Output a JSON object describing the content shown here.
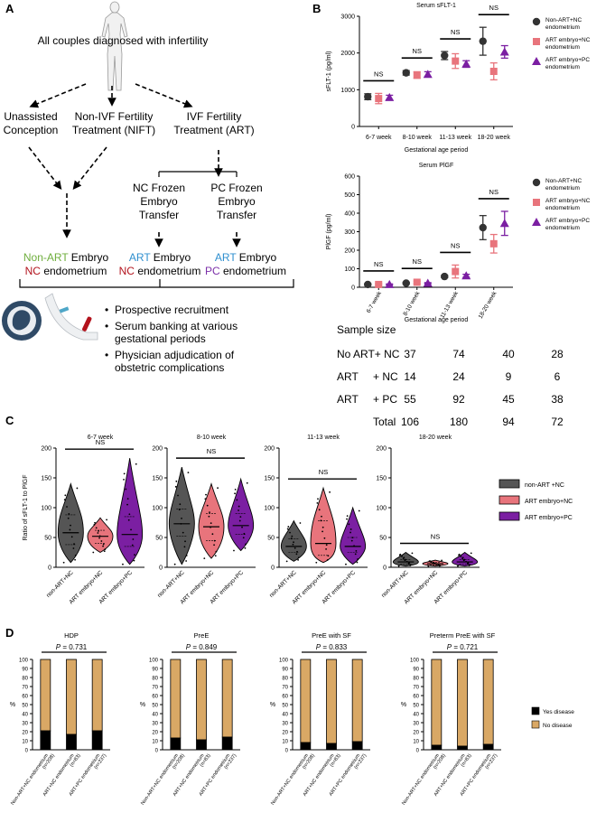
{
  "panels": {
    "A": "A",
    "B": "B",
    "C": "C",
    "D": "D"
  },
  "colors": {
    "nonart": "#333333",
    "art_nc": "#e8747c",
    "art_pc": "#7b1fa2",
    "green": "#6fae3d",
    "red": "#b3131d",
    "blue": "#2f8fcf",
    "purple": "#7b2fa8",
    "yes": "#000000",
    "no": "#d9a865"
  },
  "icons": [
    "person-silhouette-icon",
    "fetus-icon",
    "arm-blood-draw-icon"
  ],
  "panelA": {
    "top_text": "All couples diagnosed with infertility",
    "unassisted": [
      "Unassisted",
      "Conception"
    ],
    "nift": [
      "Non-IVF Fertility",
      "Treatment (NIFT)"
    ],
    "ivf": [
      "IVF Fertility",
      "Treatment (ART)"
    ],
    "nc_transfer": [
      "NC Frozen",
      "Embryo",
      "Transfer"
    ],
    "pc_transfer": [
      "PC Frozen",
      "Embryo",
      "Transfer"
    ],
    "group1": {
      "a": "Non-ART",
      "b": " Embryo",
      "c": "NC",
      "d": " endometrium"
    },
    "group2": {
      "a": "ART",
      "b": " Embryo",
      "c": "NC",
      "d": " endometrium"
    },
    "group3": {
      "a": "ART",
      "b": " Embryo",
      "c": "PC",
      "d": " endometrium"
    },
    "bullets": [
      [
        "Prospective recruitment"
      ],
      [
        "Serum banking at various",
        "gestational periods"
      ],
      [
        "Physician adjudication of",
        "obstetric complications"
      ]
    ]
  },
  "legendB": [
    [
      "Non-ART+NC",
      "endometrium"
    ],
    [
      "ART embryo+NC",
      "endometrium"
    ],
    [
      "ART embryo+PC",
      "endometrium"
    ]
  ],
  "chart_data": [
    {
      "type": "scatter",
      "title": "Serum sFLT-1",
      "xlabel": "Gestational age period",
      "ylabel": "sFLT-1 (pg/ml)",
      "ylim": [
        0,
        3000
      ],
      "yticks": [
        "0",
        "1000",
        "2000",
        "3000"
      ],
      "categories": [
        "6-7 week",
        "8-10 week",
        "11-13 week",
        "18-20 week"
      ],
      "series": [
        {
          "name": "Non-ART+NC endometrium",
          "values": [
            810,
            1460,
            1930,
            2320
          ],
          "err": [
            80,
            60,
            110,
            380
          ]
        },
        {
          "name": "ART embryo+NC endometrium",
          "values": [
            760,
            1400,
            1780,
            1500
          ],
          "err": [
            140,
            90,
            200,
            230
          ]
        },
        {
          "name": "ART embryo+PC endometrium",
          "values": [
            790,
            1420,
            1700,
            2030
          ],
          "err": [
            60,
            70,
            90,
            170
          ]
        }
      ],
      "annotations": [
        "NS",
        "NS",
        "NS",
        "NS"
      ]
    },
    {
      "type": "scatter",
      "title": "Serum PlGF",
      "xlabel": "Gestational age period",
      "ylabel": "PlGF (pg/ml)",
      "ylim": [
        0,
        600
      ],
      "yticks": [
        "0",
        "100",
        "200",
        "300",
        "400",
        "500",
        "600"
      ],
      "categories": [
        "6-7 week",
        "8-10 week",
        "11-13 week",
        "18-20 week"
      ],
      "series": [
        {
          "name": "Non-ART+NC endometrium",
          "values": [
            15,
            22,
            58,
            322
          ],
          "err": [
            3,
            4,
            6,
            65
          ]
        },
        {
          "name": "ART embryo+NC endometrium",
          "values": [
            15,
            27,
            85,
            235
          ],
          "err": [
            5,
            6,
            35,
            50
          ]
        },
        {
          "name": "ART embryo+PC endometrium",
          "values": [
            15,
            22,
            62,
            345
          ],
          "err": [
            3,
            3,
            8,
            65
          ]
        }
      ],
      "annotations": [
        "NS",
        "NS",
        "NS",
        "NS"
      ]
    },
    {
      "type": "table",
      "title": "Sample size",
      "rows": [
        {
          "label_a": "No ART+ NC",
          "label_b": "",
          "values": [
            "37",
            "74",
            "40",
            "28"
          ]
        },
        {
          "label_a": "ART",
          "label_b": "+ NC",
          "values": [
            "14",
            "24",
            "9",
            "6"
          ]
        },
        {
          "label_a": "ART",
          "label_b": "+ PC",
          "values": [
            "55",
            "92",
            "45",
            "38"
          ]
        },
        {
          "label_a": "",
          "label_b": "Total",
          "values": [
            "106",
            "180",
            "94",
            "72"
          ]
        }
      ]
    },
    {
      "type": "violin",
      "ylabel": "Ratio of sFLT-1 to PlGF",
      "ylim": [
        0,
        200
      ],
      "yticks": [
        "0",
        "50",
        "100",
        "150",
        "200"
      ],
      "categories": [
        "non-ART+NC",
        "ART embryo+NC",
        "ART embryo+PC"
      ],
      "legend": [
        "non-ART      +NC",
        "ART embryo+NC",
        "ART embryo+PC"
      ],
      "panels": [
        {
          "title": "6-7 week",
          "annotation": "NS",
          "groups": [
            {
              "min": 8,
              "max": 140,
              "median": 58,
              "q1": 38,
              "q3": 88
            },
            {
              "min": 25,
              "max": 83,
              "median": 52,
              "q1": 40,
              "q3": 62
            },
            {
              "min": 5,
              "max": 183,
              "median": 55,
              "q1": 35,
              "q3": 85
            }
          ]
        },
        {
          "title": "8-10 week",
          "annotation": "NS",
          "groups": [
            {
              "min": 5,
              "max": 168,
              "median": 73,
              "q1": 52,
              "q3": 98
            },
            {
              "min": 15,
              "max": 140,
              "median": 68,
              "q1": 45,
              "q3": 90
            },
            {
              "min": 28,
              "max": 148,
              "median": 70,
              "q1": 55,
              "q3": 90
            }
          ]
        },
        {
          "title": "11-13 week",
          "annotation": "NS",
          "groups": [
            {
              "min": 10,
              "max": 78,
              "median": 35,
              "q1": 25,
              "q3": 48
            },
            {
              "min": 8,
              "max": 133,
              "median": 40,
              "q1": 20,
              "q3": 78
            },
            {
              "min": 5,
              "max": 100,
              "median": 35,
              "q1": 25,
              "q3": 50
            }
          ]
        },
        {
          "title": "18-20 week",
          "annotation": "NS",
          "groups": [
            {
              "min": 2,
              "max": 25,
              "median": 9,
              "q1": 5,
              "q3": 13
            },
            {
              "min": 2,
              "max": 12,
              "median": 6,
              "q1": 4,
              "q3": 8
            },
            {
              "min": 2,
              "max": 25,
              "median": 9,
              "q1": 5,
              "q3": 13
            }
          ]
        }
      ]
    },
    {
      "type": "bar",
      "stacked": true,
      "ylabel": "%",
      "ylim": [
        0,
        100
      ],
      "yticks": [
        "0",
        "10",
        "20",
        "30",
        "40",
        "50",
        "60",
        "70",
        "80",
        "90",
        "100"
      ],
      "legend": [
        "Yes disease",
        "No disease"
      ],
      "panels": [
        {
          "title": "HDP",
          "p_italic": "P",
          "p_rest": " = 0.731",
          "yes": [
            21,
            17,
            21
          ],
          "categories": [
            [
              "Non-ART+NC endometrium",
              "(n=208)"
            ],
            [
              "ART+NC endometrium",
              "(n=83)"
            ],
            [
              "ART+PC endometrium",
              "(n=237)"
            ]
          ]
        },
        {
          "title": "PreE",
          "p_italic": "P",
          "p_rest": " = 0.849",
          "yes": [
            13,
            11,
            14
          ],
          "categories": [
            [
              "Non-ART+NC endometrium",
              "(n=208)"
            ],
            [
              "ART+NC endometrium",
              "(n=83)"
            ],
            [
              "ART+PC endometrium",
              "(n=237)"
            ]
          ]
        },
        {
          "title": "PreE with SF",
          "p_italic": "P",
          "p_rest": " = 0.833",
          "yes": [
            8,
            7,
            9
          ],
          "categories": [
            [
              "Non-ART+NC endometrium",
              "(n=208)"
            ],
            [
              "ART+NC endometrium",
              "(n=83)"
            ],
            [
              "ART+PC endometrium",
              "(n=237)"
            ]
          ]
        },
        {
          "title": "Preterm PreE with SF",
          "p_italic": "P",
          "p_rest": " = 0.721",
          "yes": [
            5,
            4,
            6
          ],
          "categories": [
            [
              "Non-ART+NC endometrium",
              "(n=208)"
            ],
            [
              "ART+NC endometrium",
              "(n=83)"
            ],
            [
              "ART+PC endometrium",
              "(n=237)"
            ]
          ]
        }
      ]
    }
  ]
}
